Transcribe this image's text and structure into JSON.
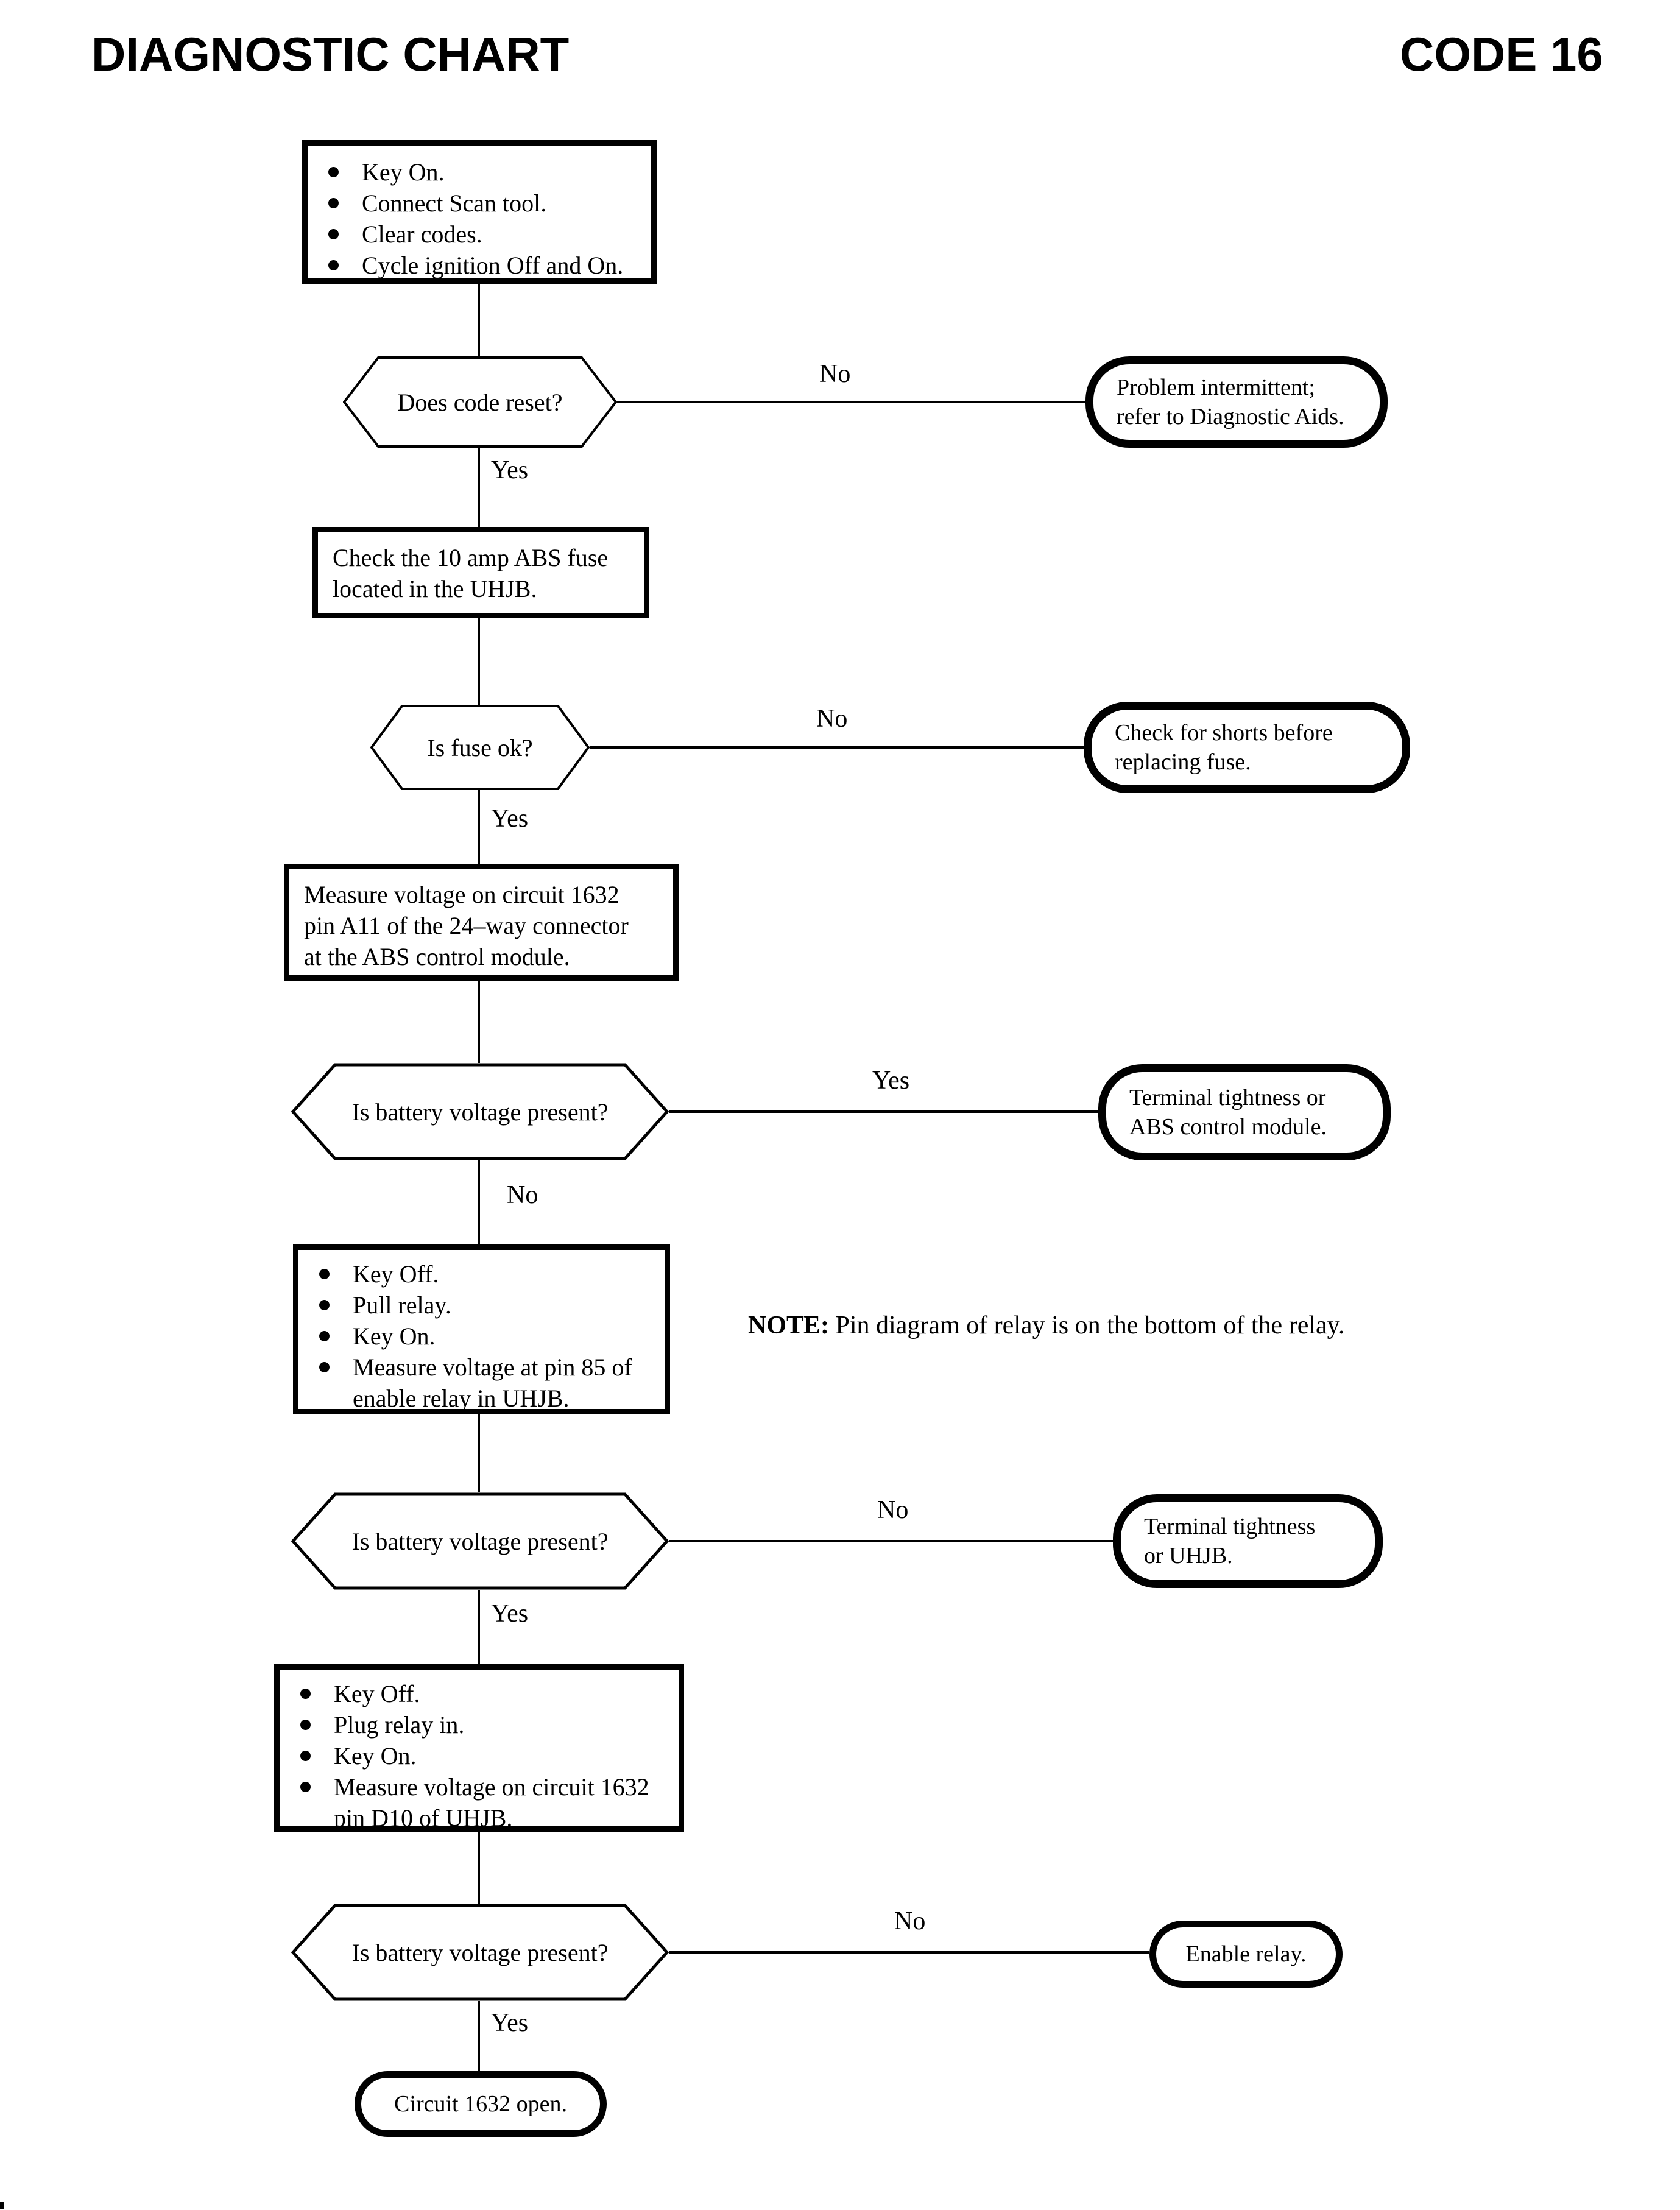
{
  "header": {
    "title": "DIAGNOSTIC CHART",
    "code": "CODE 16"
  },
  "colors": {
    "ink": "#000000",
    "paper": "#ffffff"
  },
  "edge_labels": {
    "yes": "Yes",
    "no": "No"
  },
  "note": {
    "prefix": "NOTE:",
    "text": "Pin diagram of relay is on the bottom of the relay."
  },
  "flow": {
    "start": {
      "type": "process-bullets",
      "items": [
        [
          "Key On."
        ],
        [
          "Connect Scan tool."
        ],
        [
          "Clear codes."
        ],
        [
          "Cycle ignition Off and On."
        ]
      ]
    },
    "decision_code_reset": {
      "type": "decision",
      "text": "Does code reset?"
    },
    "terminal_problem_intermittent": {
      "type": "terminal",
      "lines": [
        "Problem intermittent;",
        "refer to Diagnostic Aids."
      ]
    },
    "check_fuse": {
      "type": "process",
      "lines": [
        "Check the 10 amp ABS fuse",
        "located in the UHJB."
      ]
    },
    "decision_fuse_ok": {
      "type": "decision",
      "text": "Is fuse ok?"
    },
    "terminal_check_shorts": {
      "type": "terminal",
      "lines": [
        "Check for shorts before",
        "replacing fuse."
      ]
    },
    "measure_a11": {
      "type": "process",
      "lines": [
        "Measure voltage on circuit 1632",
        "pin A11 of the 24–way connector",
        "at the ABS control module."
      ]
    },
    "decision_battery_1": {
      "type": "decision",
      "text": "Is battery voltage present?"
    },
    "terminal_tightness_abs": {
      "type": "terminal",
      "lines": [
        "Terminal tightness or",
        "ABS control module."
      ]
    },
    "pull_relay": {
      "type": "process-bullets",
      "items": [
        [
          "Key Off."
        ],
        [
          "Pull relay."
        ],
        [
          "Key On."
        ],
        [
          "Measure voltage at pin 85 of",
          "enable relay in UHJB."
        ]
      ]
    },
    "decision_battery_2": {
      "type": "decision",
      "text": "Is battery voltage present?"
    },
    "terminal_tightness_uhjb": {
      "type": "terminal",
      "lines": [
        "Terminal tightness",
        "or UHJB."
      ]
    },
    "plug_relay": {
      "type": "process-bullets",
      "items": [
        [
          "Key Off."
        ],
        [
          "Plug relay in."
        ],
        [
          "Key On."
        ],
        [
          "Measure voltage on circuit 1632",
          "pin D10 of UHJB."
        ]
      ]
    },
    "decision_battery_3": {
      "type": "decision",
      "text": "Is battery voltage present?"
    },
    "terminal_enable_relay": {
      "type": "terminal",
      "lines": [
        "Enable relay."
      ]
    },
    "terminal_circuit_open": {
      "type": "terminal",
      "lines": [
        "Circuit 1632 open."
      ]
    }
  }
}
